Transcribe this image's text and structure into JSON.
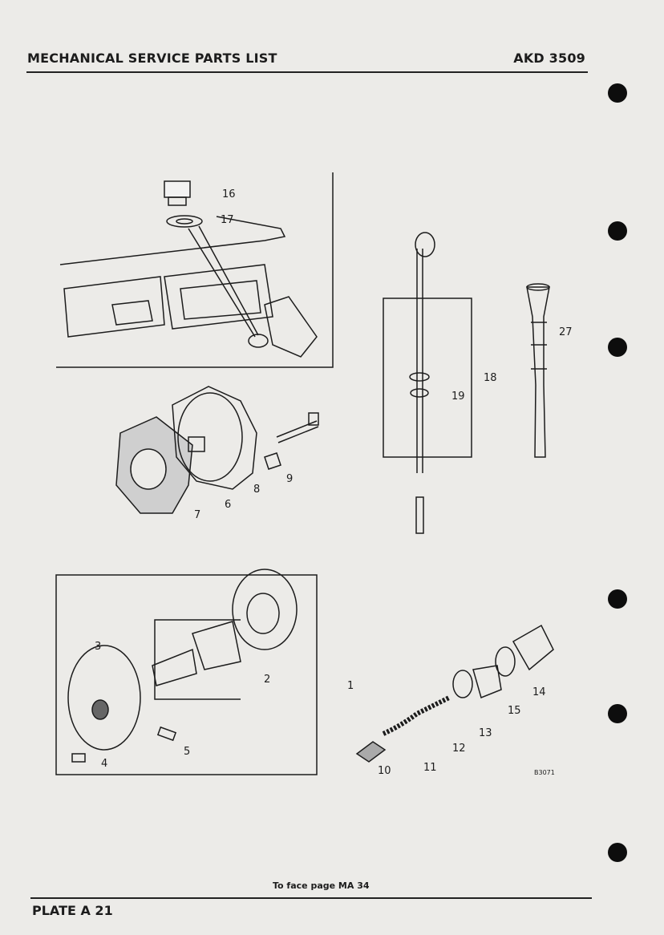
{
  "header": {
    "title": "MECHANICAL SERVICE PARTS LIST",
    "code": "AKD 3509"
  },
  "footer": {
    "face_note": "To face page MA 34",
    "plate": "PLATE A 21"
  },
  "diagram": {
    "reference": "B3071",
    "callouts": {
      "c1": "1",
      "c2": "2",
      "c3": "3",
      "c4": "4",
      "c5": "5",
      "c6": "6",
      "c7": "7",
      "c8": "8",
      "c9": "9",
      "c10": "10",
      "c11": "11",
      "c12": "12",
      "c13": "13",
      "c14": "14",
      "c15": "15",
      "c16": "16",
      "c17": "17",
      "c18": "18",
      "c19": "19",
      "c27": "27"
    }
  }
}
